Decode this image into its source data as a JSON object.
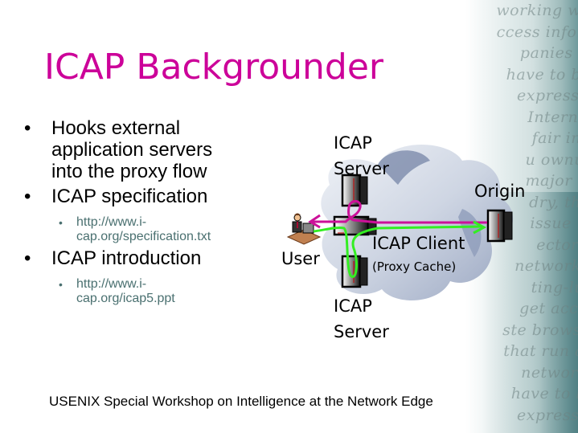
{
  "slide": {
    "title": "ICAP Backgrounder",
    "bullets": [
      {
        "text": "Hooks external application servers into the proxy flow",
        "lines": [
          "Hooks external",
          "application servers",
          "into the proxy flow"
        ]
      },
      {
        "text": "ICAP specification",
        "sub": [
          "http://www.i-",
          "cap.org/specification.txt"
        ]
      },
      {
        "text": "ICAP introduction",
        "sub": [
          "http://www.i-",
          "cap.org/icap5.ppt"
        ]
      }
    ],
    "bullet_glyph": "•",
    "footer": "USENIX Special Workshop on Intelligence at the Network Edge"
  },
  "diagram": {
    "labels": {
      "icap_server_top_line1": "ICAP",
      "icap_server_top_line2": "Server",
      "origin": "Origin",
      "user": "User",
      "icap_client": "ICAP Client",
      "proxy_cache": "(Proxy Cache)",
      "icap_server_bottom_line1": "ICAP",
      "icap_server_bottom_line2": "Server"
    },
    "colors": {
      "request_flow": "#33ee22",
      "response_flow": "#cc1199",
      "cloud": "#9aa8c2",
      "title": "#cc0099",
      "sub_bullet": "#4a7070"
    }
  },
  "backdrop_script": [
    "working w",
    "ccess infor",
    "panies a",
    "have to b",
    "expressi",
    "Interne",
    "fair in",
    "u ownu",
    "major b",
    "dry, th",
    "issue r",
    "ectory",
    "network",
    "ting-lu",
    "get acce",
    "ste brows",
    "that run a",
    "network",
    "have to l",
    "expressi"
  ]
}
